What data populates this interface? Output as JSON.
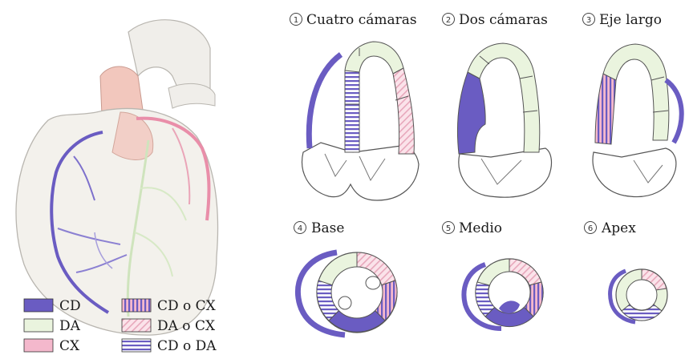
{
  "colors": {
    "cd": "#6a5cc2",
    "da": "#eaf4de",
    "cx": "#f4b8cc",
    "outline": "#3a3a3a",
    "heart_fill": "#f3f1ec"
  },
  "views": [
    {
      "number": "1",
      "label": "Cuatro cámaras"
    },
    {
      "number": "2",
      "label": "Dos cámaras"
    },
    {
      "number": "3",
      "label": "Eje largo"
    },
    {
      "number": "4",
      "label": "Base"
    },
    {
      "number": "5",
      "label": "Medio"
    },
    {
      "number": "6",
      "label": "Apex"
    }
  ],
  "legend": [
    {
      "label": "CD",
      "pattern": "solid-cd"
    },
    {
      "label": "CD o CX",
      "pattern": "vstripe"
    },
    {
      "label": "DA",
      "pattern": "solid-da"
    },
    {
      "label": "DA o CX",
      "pattern": "diag"
    },
    {
      "label": "CX",
      "pattern": "solid-cx"
    },
    {
      "label": "CD o DA",
      "pattern": "hstripe"
    }
  ]
}
